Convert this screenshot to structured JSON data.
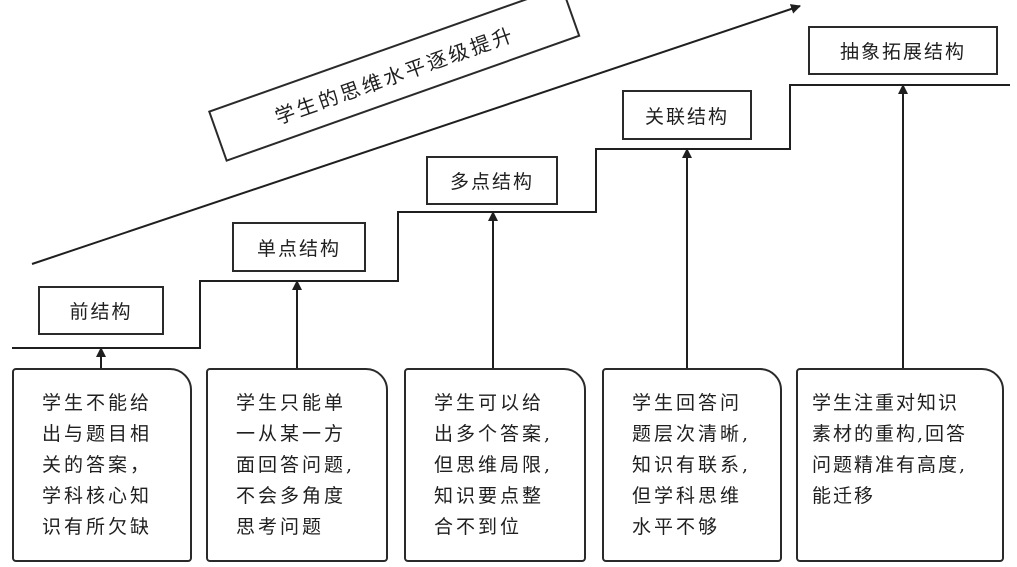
{
  "banner": {
    "text": "学生的思维水平逐级提升"
  },
  "levels": [
    {
      "name": "前结构",
      "description": "学生不能给\n出与题目相\n关的答案，\n学科核心知\n识有所欠缺"
    },
    {
      "name": "单点结构",
      "description": "学生只能单\n一从某一方\n面回答问题,\n不会多角度\n思考问题"
    },
    {
      "name": "多点结构",
      "description": "学生可以给\n出多个答案,\n但思维局限,\n知识要点整\n合不到位"
    },
    {
      "name": "关联结构",
      "description": "学生回答问\n题层次清晰,\n知识有联系,\n但学科思维\n水平不够"
    },
    {
      "name": "抽象拓展结构",
      "description": "学生注重对知识\n素材的重构,回答\n问题精准有高度,\n能迁移"
    }
  ]
}
